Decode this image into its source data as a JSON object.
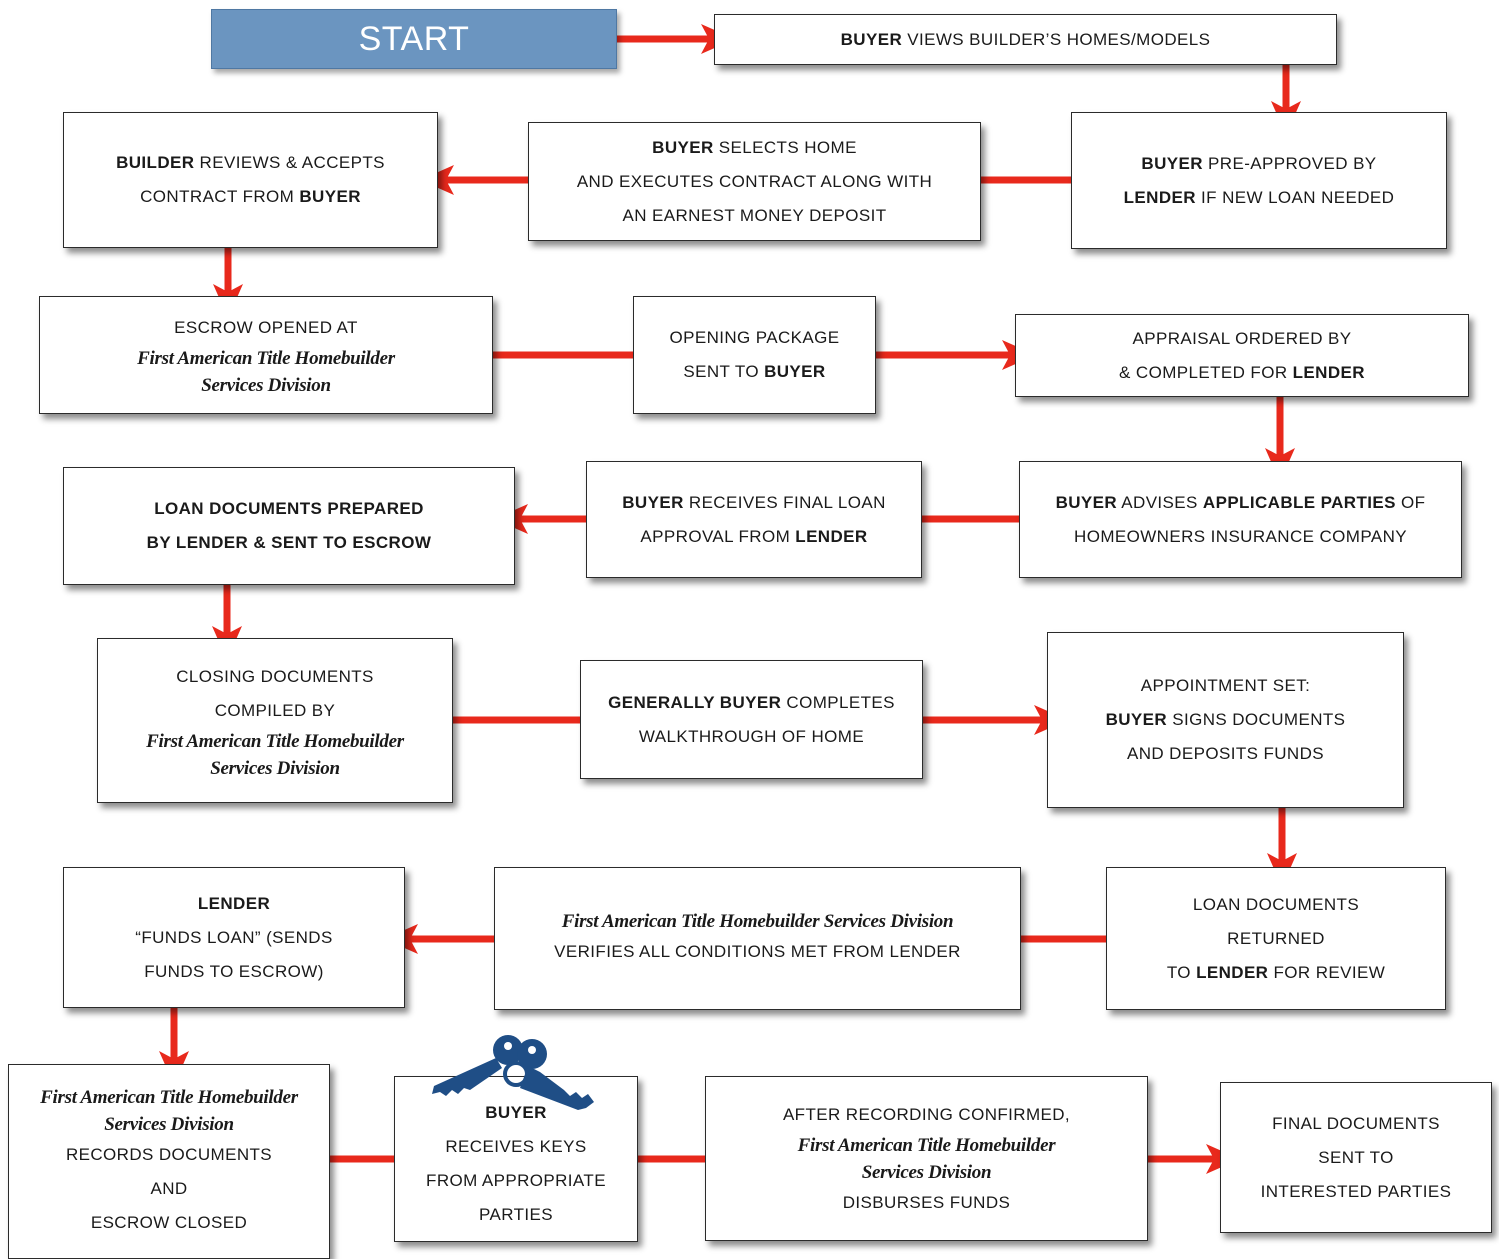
{
  "title": "START",
  "colors": {
    "arrow": "#e8291c",
    "start_fill": "#6b95c0",
    "keys": "#1f4e86"
  },
  "keys_icon": "keys-icon",
  "steps": {
    "s1": [
      {
        "b": "BUYER",
        "t": " VIEWS BUILDER’S HOMES/MODELS"
      }
    ],
    "s2": [
      {
        "b": "BUYER",
        "t": " PRE-APPROVED BY"
      },
      {
        "b": "LENDER",
        "t": " IF NEW LOAN NEEDED"
      }
    ],
    "s3": [
      {
        "b": "BUYER",
        "t": " SELECTS HOME"
      },
      {
        "t": "AND EXECUTES CONTRACT ALONG WITH"
      },
      {
        "t": "AN EARNEST MONEY DEPOSIT"
      }
    ],
    "s4": [
      {
        "b": "BUILDER",
        "t": " REVIEWS & ACCEPTS"
      },
      {
        "t": "CONTRACT FROM ",
        "b2": "BUYER"
      }
    ],
    "s5": [
      {
        "t": "ESCROW OPENED AT"
      },
      {
        "i": "First American Title Homebuilder"
      },
      {
        "i": "Services Division"
      }
    ],
    "s6": [
      {
        "t": "OPENING PACKAGE"
      },
      {
        "t": "SENT TO ",
        "b2": "BUYER"
      }
    ],
    "s7": [
      {
        "t": "APPRAISAL ORDERED BY"
      },
      {
        "t": "& COMPLETED FOR ",
        "b2": "LENDER"
      }
    ],
    "s8": [
      {
        "b": "BUYER",
        "t": " ADVISES ",
        "b2": "APPLICABLE PARTIES",
        "t2": " OF"
      },
      {
        "t": "HOMEOWNERS INSURANCE COMPANY"
      }
    ],
    "s9": [
      {
        "b": "BUYER",
        "t": " RECEIVES FINAL LOAN"
      },
      {
        "t": "APPROVAL FROM ",
        "b2": "LENDER"
      }
    ],
    "s10": [
      {
        "b": "LOAN DOCUMENTS PREPARED"
      },
      {
        "b": "BY LENDER & SENT TO ESCROW"
      }
    ],
    "s11": [
      {
        "t": "CLOSING DOCUMENTS"
      },
      {
        "t": "COMPILED BY"
      },
      {
        "i": "First American Title Homebuilder"
      },
      {
        "i": "Services Division"
      }
    ],
    "s12": [
      {
        "b": "GENERALLY BUYER",
        "t": " COMPLETES"
      },
      {
        "t": "WALKTHROUGH OF HOME"
      }
    ],
    "s13": [
      {
        "t": "APPOINTMENT SET:"
      },
      {
        "b": "BUYER",
        "t": " SIGNS DOCUMENTS"
      },
      {
        "t": "AND DEPOSITS FUNDS"
      }
    ],
    "s14": [
      {
        "t": "LOAN DOCUMENTS"
      },
      {
        "t": "RETURNED"
      },
      {
        "t": "TO ",
        "b2": "LENDER",
        "t2": " FOR REVIEW"
      }
    ],
    "s15": [
      {
        "i": "First American Title Homebuilder Services Division"
      },
      {
        "t": "VERIFIES ALL CONDITIONS MET FROM LENDER"
      }
    ],
    "s16": [
      {
        "b": "LENDER"
      },
      {
        "t": "“FUNDS LOAN” (SENDS"
      },
      {
        "t": "FUNDS TO ESCROW)"
      }
    ],
    "s17": [
      {
        "i": "First American Title Homebuilder"
      },
      {
        "i": "Services Division"
      },
      {
        "t": "RECORDS DOCUMENTS"
      },
      {
        "t": "AND"
      },
      {
        "t": "ESCROW CLOSED"
      }
    ],
    "s18": [
      {
        "b": "BUYER"
      },
      {
        "t": "RECEIVES KEYS"
      },
      {
        "t": "FROM APPROPRIATE"
      },
      {
        "t": "PARTIES"
      }
    ],
    "s19": [
      {
        "t": "AFTER RECORDING CONFIRMED,"
      },
      {
        "i": "First American Title Homebuilder"
      },
      {
        "i": "Services Division"
      },
      {
        "t": "DISBURSES FUNDS"
      }
    ],
    "s20": [
      {
        "t": "FINAL DOCUMENTS"
      },
      {
        "t": "SENT TO"
      },
      {
        "t": "INTERESTED PARTIES"
      }
    ]
  }
}
